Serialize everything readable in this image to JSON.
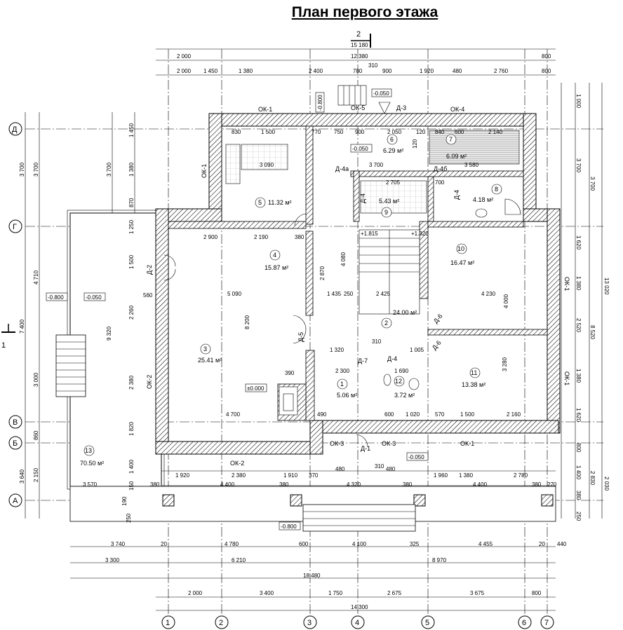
{
  "title": "План первого этажа",
  "section_marks": {
    "top": "2",
    "left": "1"
  },
  "axes_h": [
    "1",
    "2",
    "3",
    "4",
    "5",
    "6",
    "7"
  ],
  "axes_v": [
    "Д",
    "Г",
    "В",
    "Б",
    "А"
  ],
  "dims_top": {
    "total": "15 180",
    "row1": [
      "2 000",
      "12 380",
      "800"
    ],
    "row2": [
      "2 000",
      "1 450",
      "1 380",
      "2 400",
      "780",
      "900",
      "1 920",
      "480",
      "2 760",
      "800"
    ],
    "small": "310"
  },
  "dims_bottom": {
    "row1": [
      "1 920",
      "2 380",
      "1 910",
      "370",
      "480",
      "310",
      "480",
      "1 960",
      "1 380",
      "2 780"
    ],
    "row1b": [
      "3 570",
      "380",
      "4 400",
      "380",
      "4 320",
      "380",
      "4 400",
      "380",
      "270"
    ],
    "row2": [
      "3 740",
      "20",
      "4 780",
      "600",
      "4 100",
      "325",
      "4 455",
      "20",
      "440"
    ],
    "row3": [
      "3 300",
      "6 210",
      "8 970"
    ],
    "total": "18 480",
    "axes_row": [
      "2 000",
      "3 400",
      "1 750",
      "2 675",
      "3 675",
      "800"
    ],
    "axes_total": "14 300"
  },
  "dims_left": {
    "outer": [
      "3 700",
      "7 400",
      "3 640"
    ],
    "middle": [
      "3 700",
      "4 710",
      "9 320"
    ],
    "inner": [
      "1 450",
      "1 380",
      "870",
      "1 250",
      "1 500",
      "2 260",
      "3 000",
      "2 380",
      "1 820",
      "860",
      "2 150",
      "1 400",
      "150",
      "190",
      "250"
    ]
  },
  "dims_right": {
    "outer": [
      "3 700",
      "13 020",
      "8 520",
      "2 830",
      "2 030"
    ],
    "inner": [
      "1 000",
      "3 700",
      "1 620",
      "1 380",
      "2 520",
      "1 380",
      "1 620",
      "800",
      "1 400",
      "380",
      "250"
    ]
  },
  "rooms": [
    {
      "n": "1",
      "area": "5.06 м²"
    },
    {
      "n": "2",
      "area": "24.00 м²"
    },
    {
      "n": "3",
      "area": "25.41 м²"
    },
    {
      "n": "4",
      "area": "15.87 м²"
    },
    {
      "n": "5",
      "area": "11.32 м²"
    },
    {
      "n": "6",
      "area": "6.29 м²"
    },
    {
      "n": "7",
      "area": "6.09 м²"
    },
    {
      "n": "8",
      "area": "4.18 м²"
    },
    {
      "n": "9",
      "area": "5.43 м²"
    },
    {
      "n": "10",
      "area": "16.47 м²"
    },
    {
      "n": "11",
      "area": "13.38 м²"
    },
    {
      "n": "12",
      "area": "3.72 м²"
    },
    {
      "n": "13",
      "area": "70.50 м²"
    }
  ],
  "openings": {
    "ok1": "ОК-1",
    "ok2": "ОК-2",
    "ok3": "ОК-3",
    "ok4": "ОК-4",
    "ok5": "ОК-5",
    "d1": "Д-1",
    "d2": "Д-2",
    "d3": "Д-3",
    "d4": "Д-4",
    "d4a": "Д-4а",
    "d4b": "Д-4б",
    "d5": "Д-5",
    "d6": "Д-6",
    "d7": "Д-7"
  },
  "levels": {
    "l1": "-0.800",
    "l2": "-0.050",
    "l3": "±0.000",
    "l4": "+1.815",
    "l5": "+1.320"
  },
  "inner_dims": [
    "830",
    "1 500",
    "770",
    "750",
    "900",
    "2 050",
    "120",
    "840",
    "600",
    "2 140",
    "3 090",
    "3 700",
    "3 580",
    "2 705",
    "700",
    "2 900",
    "2 190",
    "380",
    "5 090",
    "1 435",
    "250",
    "2 425",
    "4 230",
    "4 700",
    "2 300",
    "1 690",
    "600",
    "1 020",
    "570",
    "1 500",
    "2 160",
    "490",
    "390",
    "1 320",
    "310",
    "1 005",
    "3 280",
    "8 200",
    "2 870",
    "4 080",
    "4 000",
    "560",
    "120"
  ]
}
